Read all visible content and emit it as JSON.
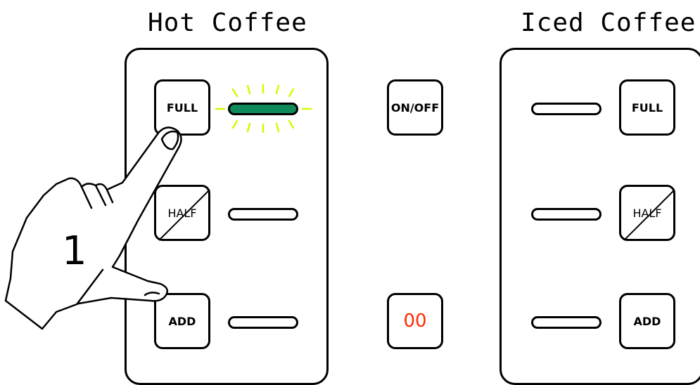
{
  "hot_panel": {
    "title": "Hot Coffee",
    "buttons": {
      "full": "FULL",
      "half": "HALF",
      "add": "ADD"
    },
    "full_indicator_lit": true
  },
  "center": {
    "power_label": "ON/OFF",
    "display_value": "00"
  },
  "iced_panel": {
    "title": "Iced Coffee",
    "buttons": {
      "full": "FULL",
      "half": "HALF",
      "add": "ADD"
    }
  },
  "step_number": "1",
  "colors": {
    "indicator_lit": "#0e8a5a",
    "indicator_glow": "#ccff00",
    "display_text": "#ff2a00"
  }
}
